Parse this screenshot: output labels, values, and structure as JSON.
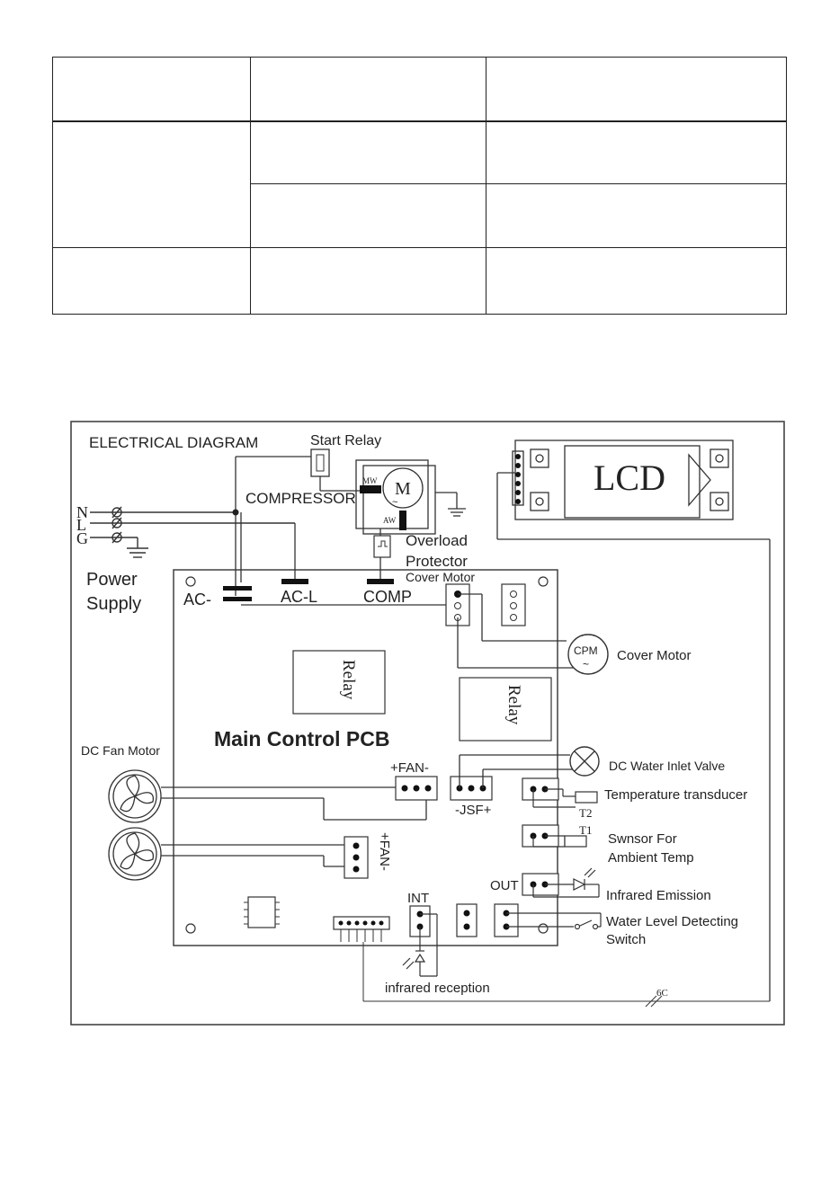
{
  "table": {
    "rows": [
      [
        "",
        "",
        ""
      ],
      [
        "",
        "",
        ""
      ],
      [
        "",
        ""
      ],
      [
        "",
        "",
        ""
      ]
    ]
  },
  "diagram": {
    "title": "ELECTRICAL DIAGRAM",
    "start_relay": "Start Relay",
    "compressor": "COMPRESSOR",
    "motor": "M",
    "mw": "MW",
    "aw": "AW",
    "overload_1": "Overload",
    "overload_2": "Protector",
    "terminal_n": "N",
    "terminal_l": "L",
    "terminal_g": "G",
    "power_1": "Power",
    "power_2": "Supply",
    "lcd": "LCD",
    "ac_n": "AC-",
    "ac_l": "AC-L",
    "comp": "COMP",
    "cover_motor_top": "Cover Motor",
    "cpm": "CPM",
    "cover_motor": "Cover Motor",
    "relay": "Relay",
    "pcb_title": "Main Control PCB",
    "dc_fan_motor": "DC Fan Motor",
    "fan_top": "+FAN-",
    "fan_side": "+FAN-",
    "jsf": "-JSF+",
    "water_inlet": "DC Water Inlet Valve",
    "temp_transducer": "Temperature transducer",
    "t2": "T2",
    "t1": "T1",
    "sensor_1": "Swnsor For",
    "sensor_2": "Ambient Temp",
    "out": "OUT",
    "infrared_emission": "Infrared Emission",
    "water_level_1": "Water Level Detecting",
    "water_level_2": "Switch",
    "int": "INT",
    "infrared_reception": "infrared reception",
    "wire_6c": "6C"
  }
}
